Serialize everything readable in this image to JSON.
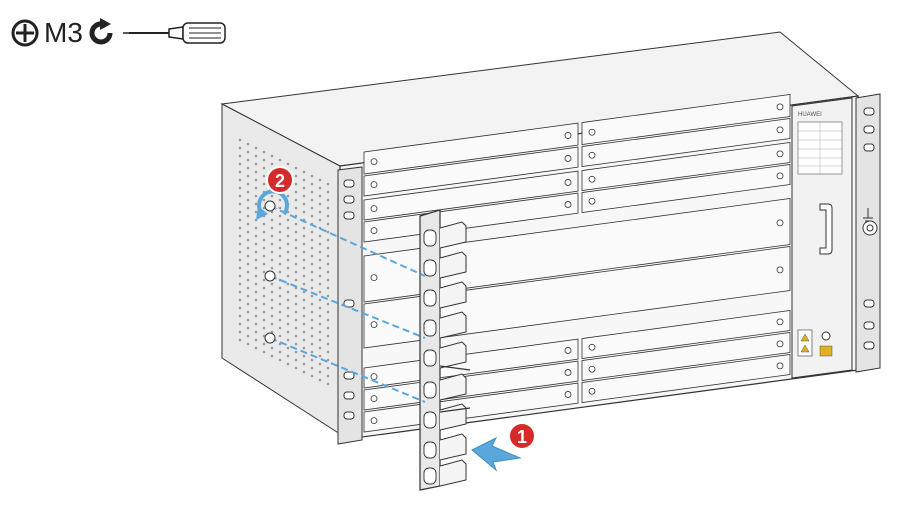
{
  "instruction": {
    "screw_type_icon": "phillips-cross-icon",
    "screw_size": "M3",
    "rotation_icon": "clockwise-rotation-icon",
    "tool_icon": "screwdriver-icon"
  },
  "steps": [
    {
      "number": "1",
      "color": "#d42a2a",
      "meaning": "insert-cable-manager-icon"
    },
    {
      "number": "2",
      "color": "#d42a2a",
      "meaning": "tighten-screws-icon"
    }
  ],
  "device": {
    "brand_label": "HUAWEI"
  },
  "colors": {
    "step_badge": "#d42a2a",
    "arrow_blue": "#5aa7dc",
    "outline": "#333333"
  }
}
